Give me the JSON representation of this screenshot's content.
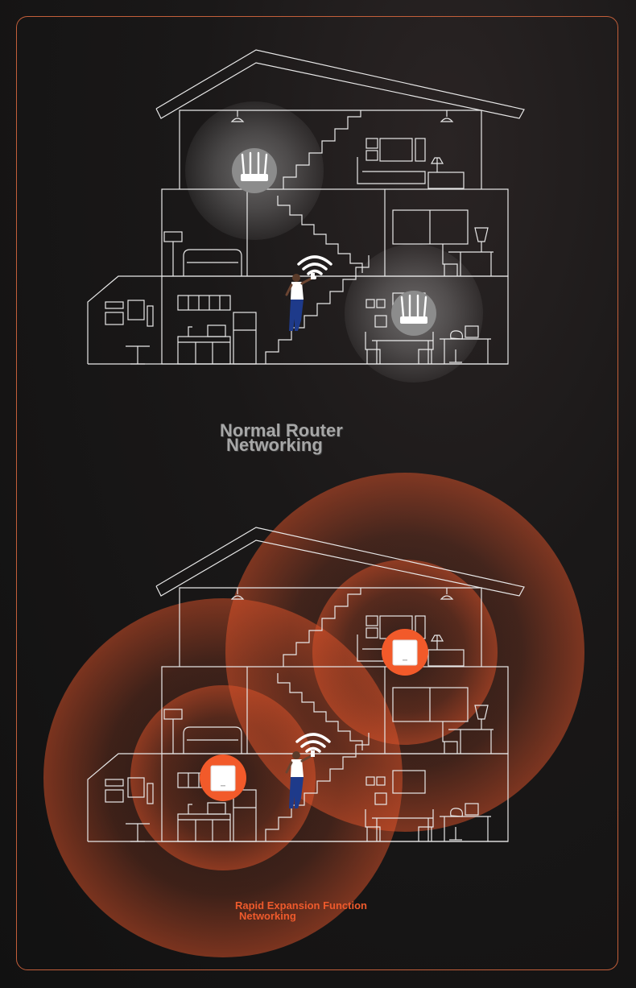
{
  "section_normal": {
    "caption_line1": "Normal Router",
    "caption_line2": "Networking"
  },
  "section_rapid": {
    "caption_line1": "Rapid Expansion Function",
    "caption_line2": "Networking"
  },
  "colors": {
    "background": "#131313",
    "frame_border": "#c35f3a",
    "house_outline": "#e8e8e8",
    "coverage_normal": "#ffffff",
    "coverage_rapid": "#e2542a",
    "mesh_node": "#f25a2a",
    "caption_normal": "#a7a7a7",
    "caption_rapid": "#ee5a2c"
  },
  "icons": [
    "house-outline",
    "router-icon",
    "mesh-node-icon",
    "wifi-icon",
    "person-with-phone"
  ]
}
